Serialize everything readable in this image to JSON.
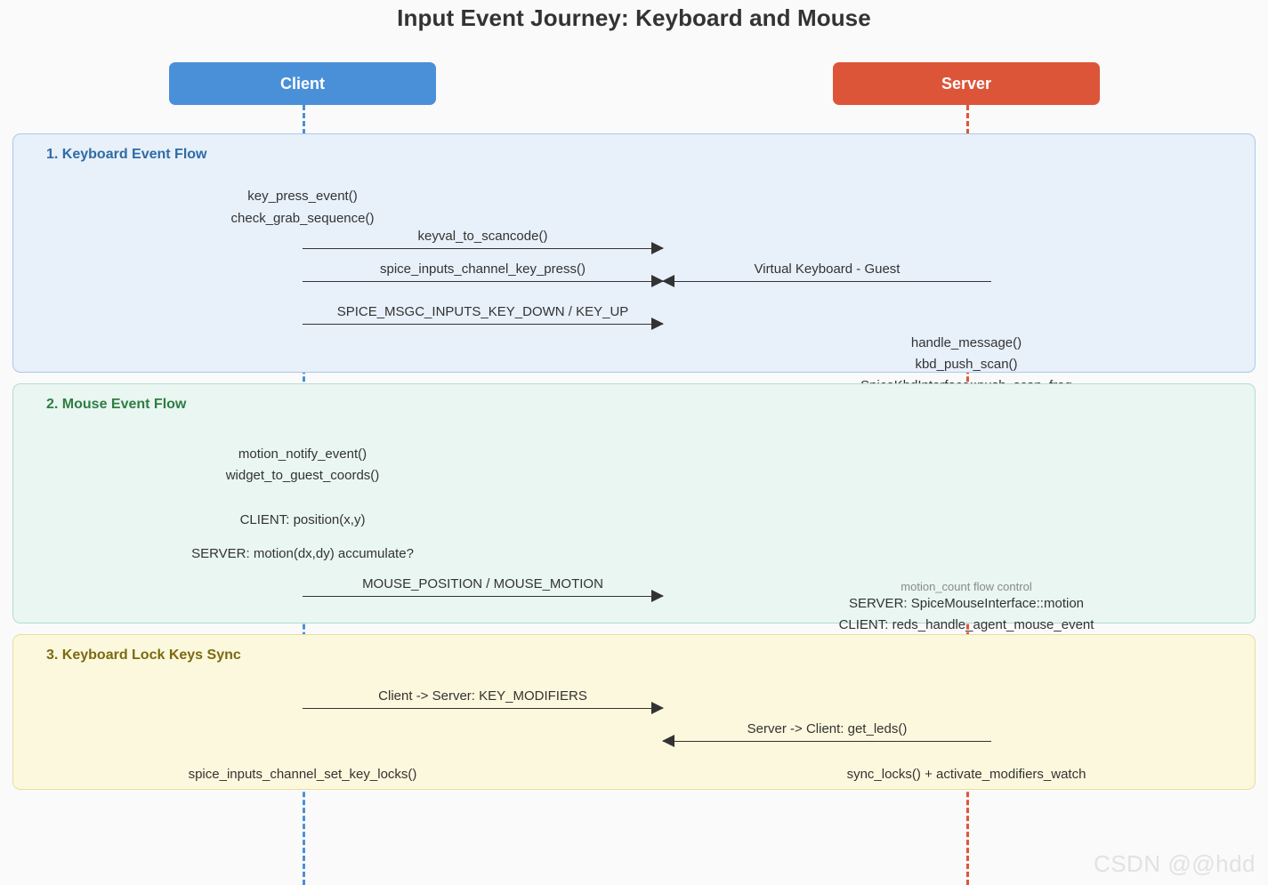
{
  "title": "Input Event Journey: Keyboard and Mouse",
  "actors": {
    "client": {
      "label": "Client",
      "color": "#4a90d9"
    },
    "server": {
      "label": "Server",
      "color": "#dd5539"
    }
  },
  "sections": [
    {
      "id": "keyboard-event-flow",
      "label": "1. Keyboard Event Flow",
      "color": "#2e6ca4",
      "background": "#e8f0fa",
      "border": "#a9c9e8"
    },
    {
      "id": "mouse-event-flow",
      "label": "2. Mouse Event Flow",
      "color": "#2f7d43",
      "background": "#e9f6f1",
      "border": "#b3ded0"
    },
    {
      "id": "keyboard-lock-keys-sync",
      "label": "3. Keyboard Lock Keys Sync",
      "color": "#7a6a12",
      "background": "#fcf8dd",
      "border": "#e8dfa0"
    }
  ],
  "notes": {
    "client_key_press_event": "key_press_event()",
    "client_check_grab_sequence": "check_grab_sequence()",
    "server_handle_message": "handle_message()",
    "server_kbd_push_scan": "kbd_push_scan()",
    "server_spice_kbd_push_scan_freg": "SpiceKbdInterface::push_scan_freg",
    "client_motion_notify_event": "motion_notify_event()",
    "client_widget_to_guest_coords": "widget_to_guest_coords()",
    "client_position_xy": "CLIENT: position(x,y)",
    "client_server_motion_accumulate": "SERVER: motion(dx,dy) accumulate?",
    "server_motion_count_flow_control": "motion_count flow control",
    "server_spice_mouse_interface_motion": "SERVER: SpiceMouseInterface::motion",
    "server_reds_handle_agent_mouse_event": "CLIENT: reds_handle_agent_mouse_event",
    "client_spice_inputs_channel_set_key_locks": "spice_inputs_channel_set_key_locks()",
    "server_sync_locks_activate_modifiers_watch": "sync_locks() + activate_modifiers_watch"
  },
  "messages": {
    "keyval_to_scancode": "keyval_to_scancode()",
    "spice_inputs_channel_key_press": "spice_inputs_channel_key_press()",
    "virtual_keyboard_guest": "Virtual Keyboard - Guest",
    "spice_msgc_inputs_key_down_up": "SPICE_MSGC_INPUTS_KEY_DOWN / KEY_UP",
    "mouse_position_motion": "MOUSE_POSITION / MOUSE_MOTION",
    "client_to_server_key_modifiers": "Client -> Server: KEY_MODIFIERS",
    "server_to_client_get_leds": "Server -> Client: get_leds()"
  },
  "watermark": "CSDN @@hdd"
}
